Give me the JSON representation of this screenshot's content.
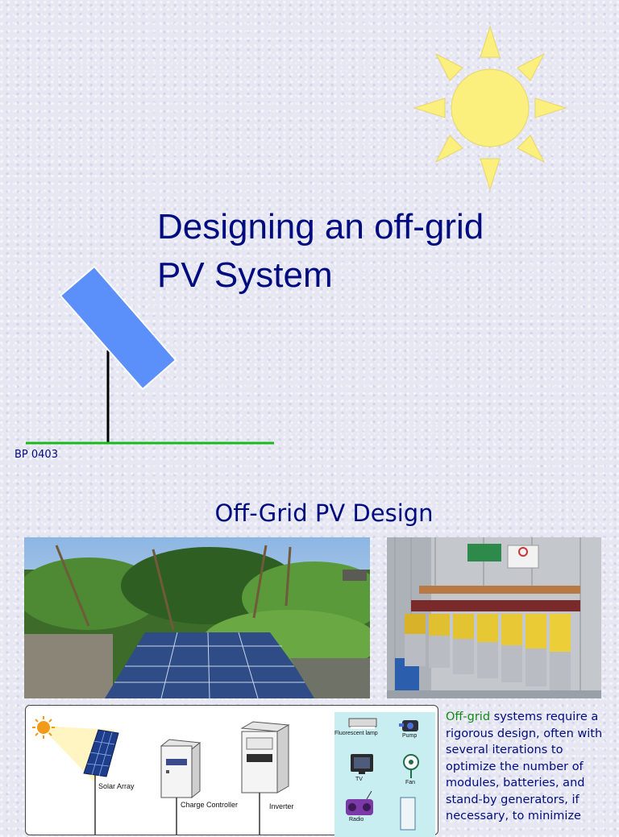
{
  "slide1": {
    "title_line1": "Designing an off-grid",
    "title_line2": "PV System",
    "code": "BP 0403"
  },
  "slide2": {
    "title": "Off-Grid PV Design",
    "diagram": {
      "solar_array": "Solar Array",
      "charge_controller": "Charge Controller",
      "inverter": "Inverter",
      "loads": [
        "Fluorescent lamp",
        "Pump",
        "TV",
        "Fan",
        "Radio"
      ]
    },
    "description_highlight": "Off-grid",
    "description_rest": " systems require a rigorous design, often with several iterations to optimize the number of modules, batteries, and stand-by generators, if necessary, to minimize"
  },
  "colors": {
    "title": "#000b80",
    "highlight": "#138a13",
    "sun": "#fbf07e",
    "panel": "#5b8ff9",
    "ground": "#1bb81b"
  }
}
